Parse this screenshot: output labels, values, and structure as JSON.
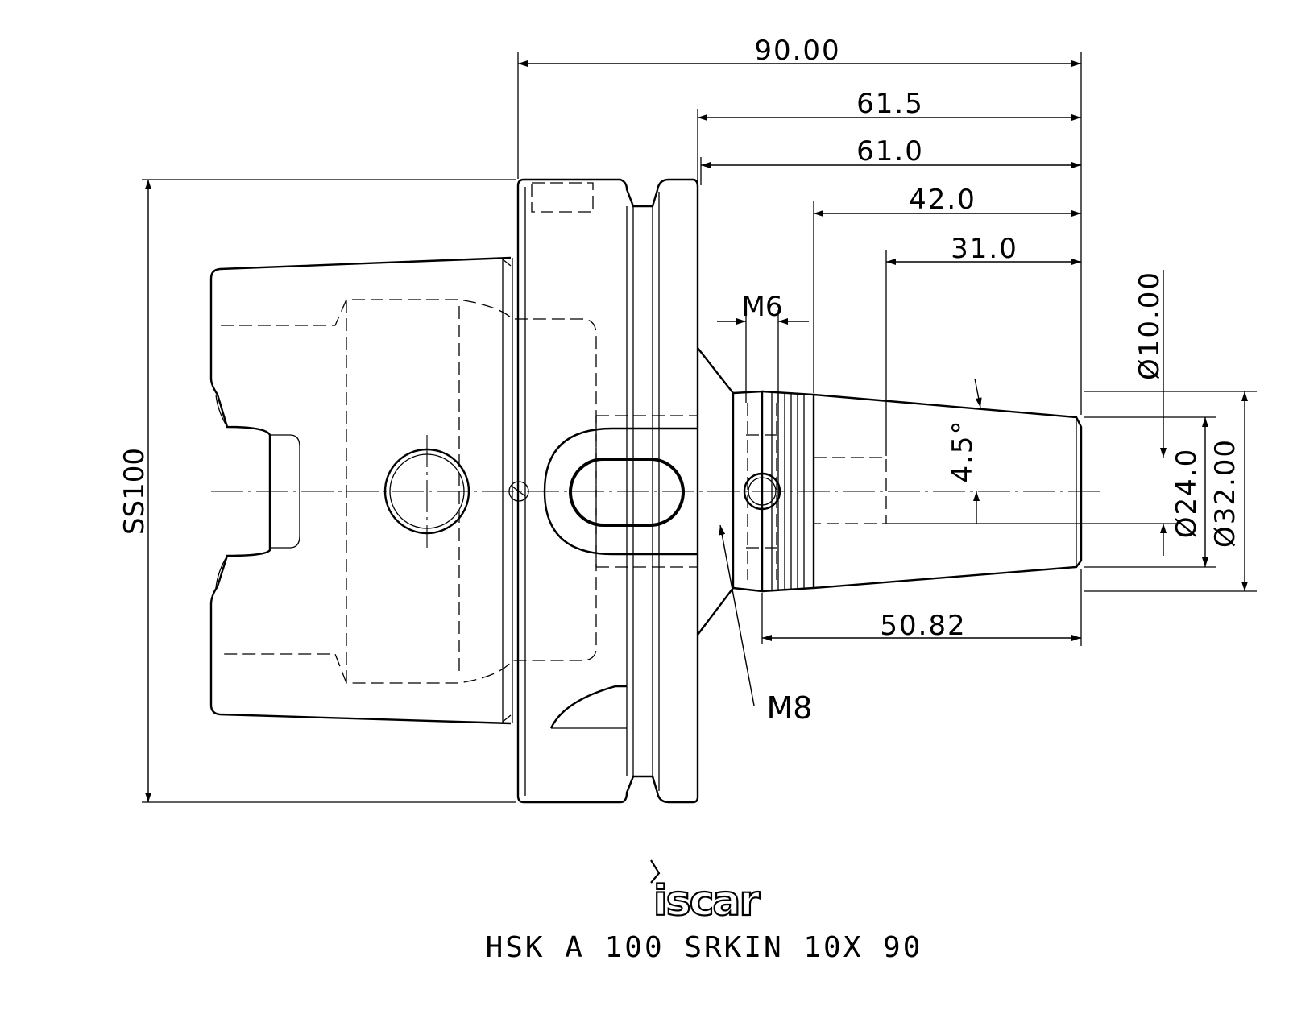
{
  "dimensions": {
    "overall_length": "90.00",
    "len_61_5": "61.5",
    "len_61_0": "61.0",
    "len_42": "42.0",
    "len_31": "31.0",
    "thread_m6": "M6",
    "thread_m8": "M8",
    "flange_dia": "SS100",
    "bore_dia": "Ø10.00",
    "angle": "4.5°",
    "dia_24": "Ø24.0",
    "dia_32": "Ø32.00",
    "nose_length": "50.82"
  },
  "brand": {
    "logo_text": "iscar"
  },
  "part": {
    "designation": "HSK A 100 SRKIN 10X 90"
  }
}
